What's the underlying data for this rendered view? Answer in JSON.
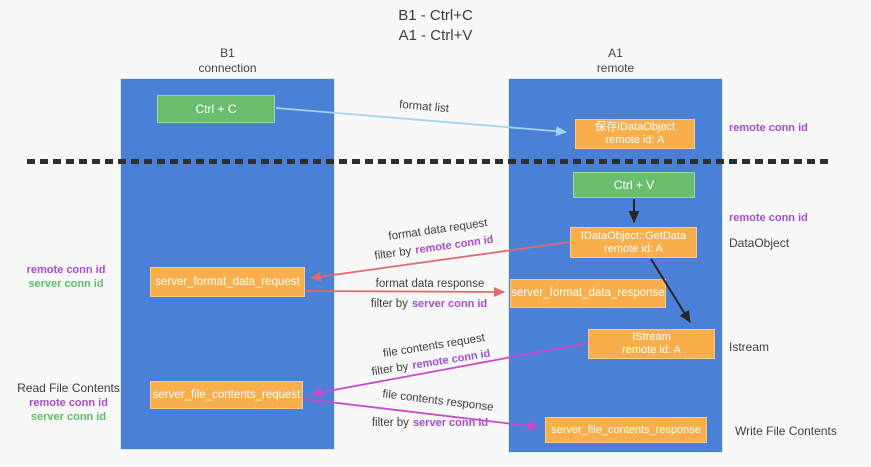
{
  "title": {
    "line1": "B1 - Ctrl+C",
    "line2": "A1 - Ctrl+V"
  },
  "lanes": {
    "left": {
      "title": "B1",
      "subtitle": "connection"
    },
    "right": {
      "title": "A1",
      "subtitle": "remote"
    }
  },
  "boxes": {
    "ctrl_c": {
      "label": "Ctrl + C"
    },
    "clipboard_object": {
      "line1": "保存IDataObject",
      "line2": "remote id: A"
    },
    "ctrl_v": {
      "label": "Ctrl + V"
    },
    "getdata": {
      "line1": "IDataObject::GetData",
      "line2": "remote id: A"
    },
    "format_request": {
      "label": "server_format_data_request"
    },
    "format_response": {
      "label": "server_format_data_response"
    },
    "istream": {
      "line1": "IStream",
      "line2": "remote id: A"
    },
    "file_request": {
      "label": "server_file_contents_request"
    },
    "file_response": {
      "label": "server_file_contents_response"
    }
  },
  "arrows": {
    "format_list": {
      "label": "format list"
    },
    "format_data_request": {
      "label": "format data request",
      "filter_prefix": "filter by",
      "filter_key": "remote conn id"
    },
    "format_data_response": {
      "label": "format data response",
      "filter_prefix": "filter by",
      "filter_key": "server conn id"
    },
    "file_contents_request": {
      "label": "file contents request",
      "filter_prefix": "filter by",
      "filter_key": "remote conn id"
    },
    "file_contents_response": {
      "label": "file contents response",
      "filter_prefix": "filter by",
      "filter_key": "server conn id"
    }
  },
  "side_labels": {
    "right_remote_conn_top": "remote conn id",
    "right_remote_conn_mid": "remote conn id",
    "dataobject": "DataObject",
    "istream": "Istream",
    "write_file_contents": "Write File Contents",
    "left_remote_conn_mid": "remote conn id",
    "left_server_conn_mid": "server conn id",
    "read_file_contents": "Read File Contents",
    "left_remote_conn_bottom": "remote conn id",
    "left_server_conn_bottom": "server conn id"
  },
  "colors": {
    "lane_blue": "#4a80d6",
    "box_green": "#6cbe6f",
    "box_orange": "#f9ae4c",
    "arrow_light_blue": "#a5d3f0",
    "arrow_red": "#e06a6a",
    "arrow_magenta": "#c94ac9",
    "arrow_black": "#262626",
    "text_purple": "#a64dd2",
    "text_green": "#5abd68",
    "text_dark": "#3d3d3d"
  }
}
